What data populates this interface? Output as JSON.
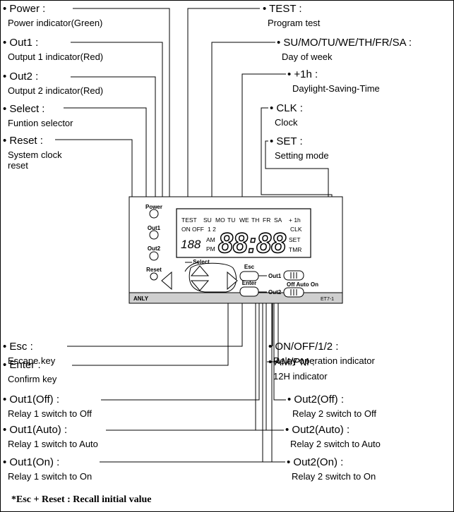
{
  "left_callouts": [
    {
      "title": "Power :",
      "desc": "Power indicator(Green)"
    },
    {
      "title": "Out1 :",
      "desc": "Output 1 indicator(Red)"
    },
    {
      "title": "Out2 :",
      "desc": "Output 2 indicator(Red)"
    },
    {
      "title": "Select :",
      "desc": "Funtion selector"
    },
    {
      "title": "Reset :",
      "desc": "System clock\nreset"
    },
    {
      "title": "Esc :",
      "desc": "Escape key"
    },
    {
      "title": "Enter :",
      "desc": "Confirm key"
    },
    {
      "title": "Out1(Off) :",
      "desc": "Relay 1 switch to Off"
    },
    {
      "title": "Out1(Auto) :",
      "desc": "Relay 1 switch to Auto"
    },
    {
      "title": "Out1(On) :",
      "desc": "Relay 1 switch to On"
    }
  ],
  "right_callouts": [
    {
      "title": "TEST :",
      "desc": "Program test"
    },
    {
      "title": "SU/MO/TU/WE/TH/FR/SA :",
      "desc": "Day of week"
    },
    {
      "title": "+1h :",
      "desc": "Daylight-Saving-Time"
    },
    {
      "title": "CLK :",
      "desc": "Clock"
    },
    {
      "title": "SET :",
      "desc": "Setting mode"
    },
    {
      "title": "ON/OFF/1/2 :",
      "desc": "Relay operation indicator"
    },
    {
      "title": "AM/PM :",
      "desc": "12H indicator"
    },
    {
      "title": "Out2(Off) :",
      "desc": "Relay 2 switch to Off"
    },
    {
      "title": "Out2(Auto) :",
      "desc": "Relay 2 switch to Auto"
    },
    {
      "title": "Out2(On) :",
      "desc": "Relay 2 switch to On"
    }
  ],
  "device": {
    "led_labels": [
      "Power",
      "Out1",
      "Out2",
      "Reset"
    ],
    "lcd_days": [
      "TEST",
      "SU",
      "MO",
      "TU",
      "WE",
      "TH",
      "FR",
      "SA",
      "+ 1h"
    ],
    "lcd_on": "ON",
    "lcd_off": "OFF",
    "lcd_12": "1 2",
    "lcd_small_digits": "188",
    "lcd_am": "AM",
    "lcd_pm": "PM",
    "lcd_time": "88:88",
    "lcd_clk": "CLK",
    "lcd_set": "SET",
    "lcd_tmr": "TMR",
    "select_label": "Select",
    "esc_label": "Esc",
    "enter_label": "Enter",
    "out1_label": "Out1",
    "out2_label": "Out2",
    "switch_legend": "Off Auto On",
    "brand": "ANLY",
    "model": "ET7-1"
  },
  "footer_note": "*Esc + Reset : Recall initial value"
}
